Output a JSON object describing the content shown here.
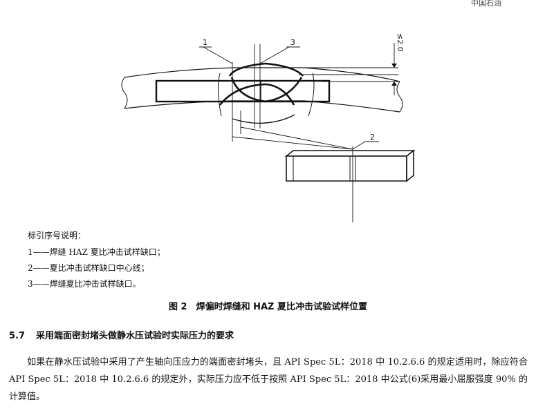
{
  "header": {
    "fragment": "中国石油"
  },
  "figure": {
    "callouts": [
      "1",
      "3",
      "2"
    ],
    "dimension": "≤2.0"
  },
  "legend": {
    "title": "标引序号说明：",
    "items": [
      "1——焊缝 HAZ 夏比冲击试样缺口；",
      "2——夏比冲击试样缺口中心线；",
      "3——焊缝夏比冲击试样缺口。"
    ]
  },
  "caption": "图 2　焊偏时焊缝和 HAZ 夏比冲击试验试样位置",
  "section": {
    "number": "5.7",
    "title": "采用端面密封堵头做静水压试验时实际压力的要求"
  },
  "paragraph": "如果在静水压试验中采用了产生轴向压应力的端面密封堵头，且 API Spec 5L：2018 中 10.2.6.6 的规定适用时，除应符合 API Spec 5L：2018 中 10.2.6.6 的规定外，实际压力应不低于按照 API Spec 5L：2018 中公式(6)采用最小屈服强度 90% 的计算值。"
}
